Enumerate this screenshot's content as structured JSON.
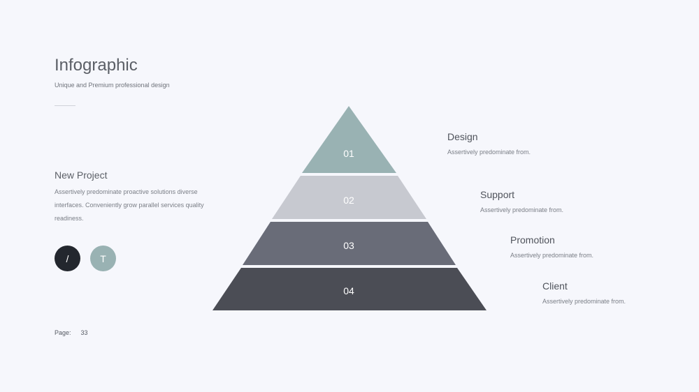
{
  "header": {
    "title": "Infographic",
    "subtitle": "Unique and Premium professional design"
  },
  "new_project": {
    "title": "New Project",
    "text": "Assertively predominate proactive solutions diverse interfaces. Conveniently grow parallel services quality readiness."
  },
  "circles": [
    {
      "label": "/",
      "color": "#23272e"
    },
    {
      "label": "T",
      "color": "#99b2b3"
    }
  ],
  "footer": {
    "page_label": "Page:",
    "page_number": "33"
  },
  "pyramid": {
    "levels": [
      {
        "number": "01",
        "title": "Design",
        "description": "Assertively predominate from.",
        "color": "#99b2b3"
      },
      {
        "number": "02",
        "title": "Support",
        "description": "Assertively predominate from.",
        "color": "#c7c9d0"
      },
      {
        "number": "03",
        "title": "Promotion",
        "description": "Assertively predominate from.",
        "color": "#696c78"
      },
      {
        "number": "04",
        "title": "Client",
        "description": "Assertively predominate from.",
        "color": "#4b4d55"
      }
    ]
  }
}
